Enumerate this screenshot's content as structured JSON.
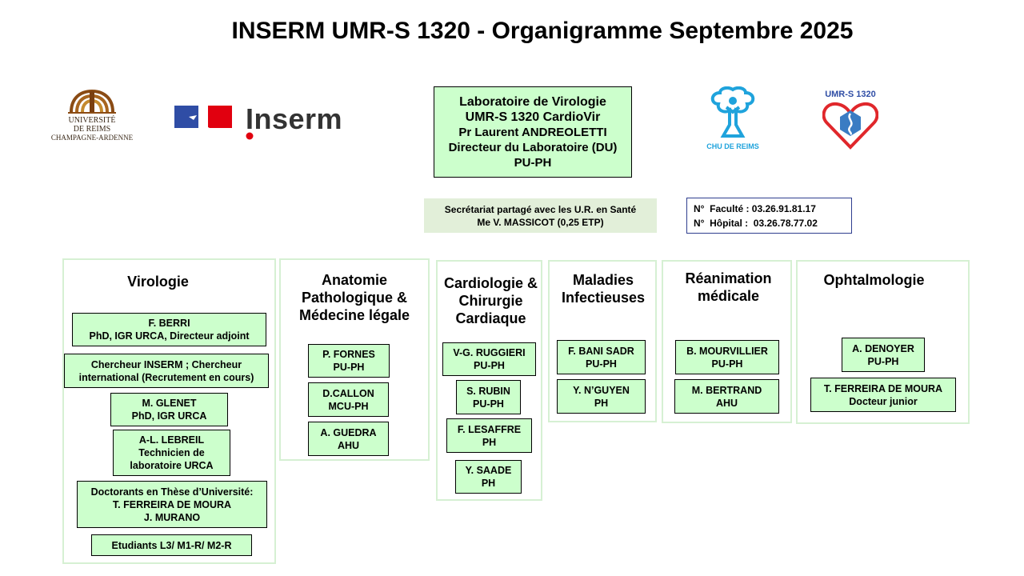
{
  "title": "INSERM UMR-S 1320 - Organigramme Septembre 2025",
  "logos": {
    "urca": [
      "UNIVERSITÉ",
      "DE REIMS",
      "CHAMPAGNE-ARDENNE"
    ],
    "inserm": "Inserm",
    "chu": "CHU DE REIMS",
    "umr": "UMR-S 1320"
  },
  "director": [
    "Laboratoire de Virologie",
    "UMR-S 1320 CardioVir",
    "Pr Laurent ANDREOLETTI",
    "Directeur du Laboratoire (DU)",
    "PU-PH"
  ],
  "secretariat": [
    "Secrétariat partagé avec les U.R. en  Santé",
    "Me V. MASSICOT (0,25 ETP)"
  ],
  "phones": [
    "N°  Faculté : 03.26.91.81.17",
    "N°  Hôpital :  03.26.78.77.02"
  ],
  "colors": {
    "box_fill": "#ccffcc",
    "column_border": "#d6f0d3",
    "secretariat_fill": "#e2efd9",
    "phone_border": "#2f3e8f",
    "heart": "#e0272b",
    "inserm_red": "#e1000f",
    "inserm_blue": "#2f4da5",
    "chu_blue": "#1fa3dc",
    "urca_brown": "#8a4b14"
  },
  "columns": {
    "virologie": {
      "title": [
        "Virologie"
      ],
      "boxes": [
        [
          "F. BERRI",
          "PhD, IGR URCA, Directeur adjoint"
        ],
        [
          "Chercheur INSERM ; Chercheur",
          "international (Recrutement en cours)"
        ],
        [
          "M. GLENET",
          "PhD, IGR URCA"
        ],
        [
          "A-L. LEBREIL",
          "Technicien de",
          "laboratoire URCA"
        ],
        [
          "Doctorants en Thèse d’Université:",
          "T. FERREIRA DE MOURA",
          "J. MURANO"
        ],
        [
          "Etudiants L3/ M1-R/ M2-R"
        ]
      ]
    },
    "anatomie": {
      "title": [
        "Anatomie",
        "Pathologique &",
        "Médecine légale"
      ],
      "boxes": [
        [
          "P. FORNES",
          "PU-PH"
        ],
        [
          "D.CALLON",
          "MCU-PH"
        ],
        [
          "A. GUEDRA",
          "AHU"
        ]
      ]
    },
    "cardiologie": {
      "title": [
        "Cardiologie &",
        "Chirurgie",
        "Cardiaque"
      ],
      "boxes": [
        [
          "V-G. RUGGIERI",
          "PU-PH"
        ],
        [
          "S. RUBIN",
          "PU-PH"
        ],
        [
          "F. LESAFFRE",
          "PH"
        ],
        [
          "Y. SAADE",
          "PH"
        ]
      ]
    },
    "maladies": {
      "title": [
        "Maladies",
        "Infectieuses"
      ],
      "boxes": [
        [
          "F. BANI SADR",
          "PU-PH"
        ],
        [
          "Y. N’GUYEN",
          "PH"
        ]
      ]
    },
    "reanimation": {
      "title": [
        "Réanimation",
        "médicale"
      ],
      "boxes": [
        [
          "B. MOURVILLIER",
          "PU-PH"
        ],
        [
          "M. BERTRAND",
          "AHU"
        ]
      ]
    },
    "ophtalmologie": {
      "title": [
        "Ophtalmologie"
      ],
      "boxes": [
        [
          "A. DENOYER",
          "PU-PH"
        ],
        [
          "T. FERREIRA DE MOURA",
          "Docteur junior"
        ]
      ]
    }
  }
}
